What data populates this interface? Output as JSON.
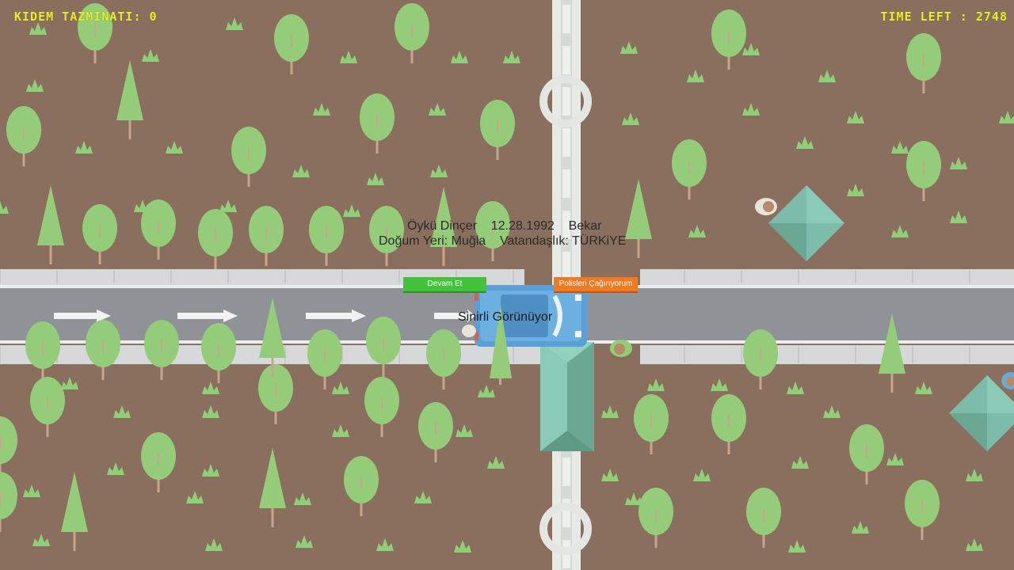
{
  "hud": {
    "severance_label": "KIDEM TAZMINATI: 0",
    "time_label": "TIME LEFT : 2748"
  },
  "passenger": {
    "line1": "Öykü Dinçer    12.28.1992    Bekar",
    "line2": "Doğum Yeri: Muğla    Vatandaşlık: TÜRKiYE",
    "mood": "Sinirli Görünüyor"
  },
  "actions": {
    "continue_label": "Devam Et",
    "call_police_label": "Polisleri Çağırıyorum"
  },
  "colors": {
    "ground": "#8b6f5e",
    "road": "#8f9397",
    "curb": "#d8dadb",
    "tree": "#94cc7a",
    "trunk": "#c9a58b",
    "grass": "#8fcf77",
    "booth_roof": "#7dbcaa",
    "car": "#5a9fd6",
    "hud_text": "#e4ee2a",
    "continue_button": "#45c23b",
    "police_button": "#f07a22"
  }
}
